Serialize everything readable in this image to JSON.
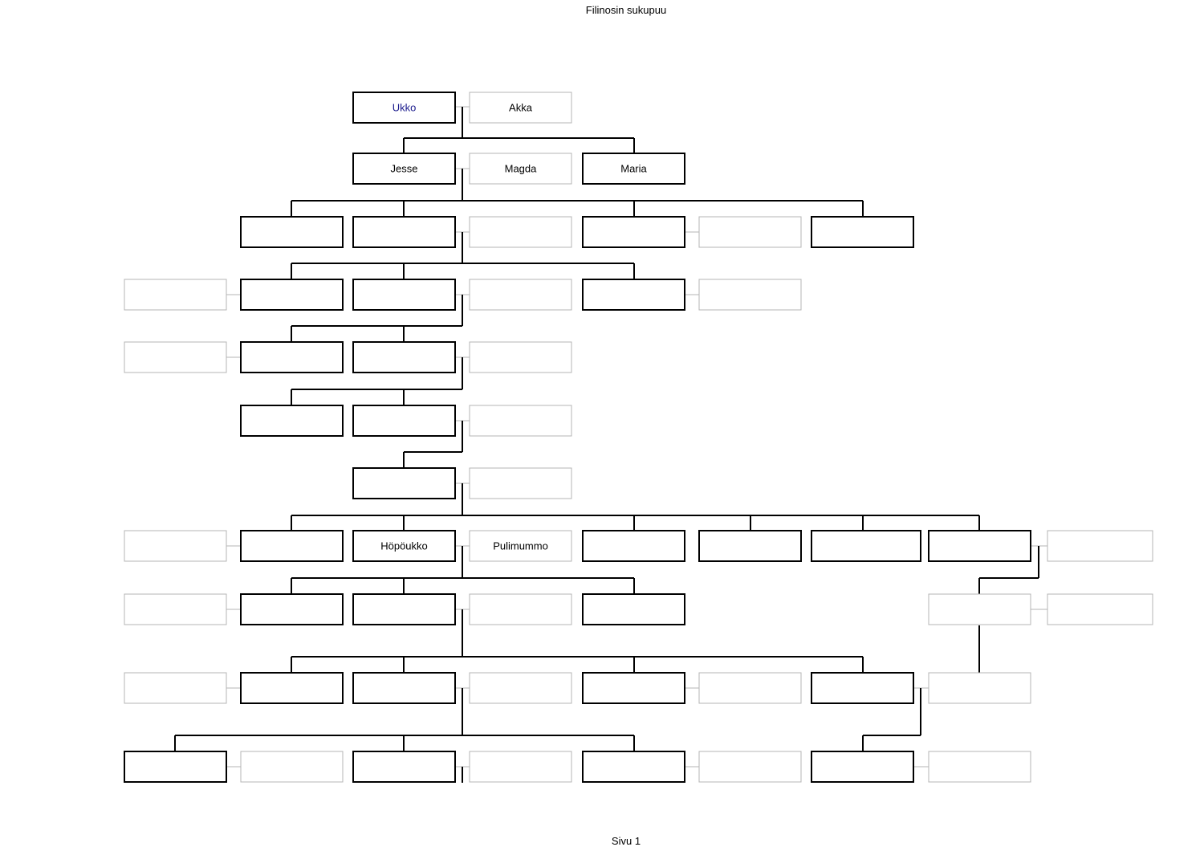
{
  "title": "Filinosin sukupuu",
  "footer": "Sivu 1",
  "colors": {
    "primary_border": "#000000",
    "spouse_border": "#b4b4b4",
    "highlight_text": "#1a1a8c"
  },
  "tree": {
    "nodes": [
      {
        "id": "ukko",
        "label": "Ukko",
        "kind": "primary",
        "highlight": true
      },
      {
        "id": "akka",
        "label": "Akka",
        "kind": "spouse"
      },
      {
        "id": "jesse",
        "label": "Jesse",
        "kind": "primary"
      },
      {
        "id": "magda",
        "label": "Magda",
        "kind": "spouse"
      },
      {
        "id": "maria",
        "label": "Maria",
        "kind": "primary"
      },
      {
        "id": "g3a",
        "label": "",
        "kind": "primary"
      },
      {
        "id": "g3b",
        "label": "",
        "kind": "primary"
      },
      {
        "id": "g3b_s",
        "label": "",
        "kind": "spouse"
      },
      {
        "id": "g3c",
        "label": "",
        "kind": "primary"
      },
      {
        "id": "g3c_s",
        "label": "",
        "kind": "spouse"
      },
      {
        "id": "g3d",
        "label": "",
        "kind": "primary"
      },
      {
        "id": "g4a_s",
        "label": "",
        "kind": "spouse"
      },
      {
        "id": "g4a",
        "label": "",
        "kind": "primary"
      },
      {
        "id": "g4b",
        "label": "",
        "kind": "primary"
      },
      {
        "id": "g4b_s",
        "label": "",
        "kind": "spouse"
      },
      {
        "id": "g4c",
        "label": "",
        "kind": "primary"
      },
      {
        "id": "g4c_s",
        "label": "",
        "kind": "spouse"
      },
      {
        "id": "g5a_s",
        "label": "",
        "kind": "spouse"
      },
      {
        "id": "g5a",
        "label": "",
        "kind": "primary"
      },
      {
        "id": "g5b",
        "label": "",
        "kind": "primary"
      },
      {
        "id": "g5b_s",
        "label": "",
        "kind": "spouse"
      },
      {
        "id": "g6a",
        "label": "",
        "kind": "primary"
      },
      {
        "id": "g6b",
        "label": "",
        "kind": "primary"
      },
      {
        "id": "g6b_s",
        "label": "",
        "kind": "spouse"
      },
      {
        "id": "g7a",
        "label": "",
        "kind": "primary"
      },
      {
        "id": "g7a_s",
        "label": "",
        "kind": "spouse"
      },
      {
        "id": "g8a_s",
        "label": "",
        "kind": "spouse"
      },
      {
        "id": "g8a",
        "label": "",
        "kind": "primary"
      },
      {
        "id": "hopoukko",
        "label": "Höpöukko",
        "kind": "primary"
      },
      {
        "id": "pulimummo",
        "label": "Pulimummo",
        "kind": "spouse"
      },
      {
        "id": "g8c",
        "label": "",
        "kind": "primary"
      },
      {
        "id": "g8d",
        "label": "",
        "kind": "primary"
      },
      {
        "id": "g8e",
        "label": "",
        "kind": "primary"
      },
      {
        "id": "g8f",
        "label": "",
        "kind": "primary"
      },
      {
        "id": "g8f_s",
        "label": "",
        "kind": "spouse"
      },
      {
        "id": "g9a_s",
        "label": "",
        "kind": "spouse"
      },
      {
        "id": "g9a",
        "label": "",
        "kind": "primary"
      },
      {
        "id": "g9b",
        "label": "",
        "kind": "primary"
      },
      {
        "id": "g9b_s",
        "label": "",
        "kind": "spouse"
      },
      {
        "id": "g9c",
        "label": "",
        "kind": "primary"
      },
      {
        "id": "g9d",
        "label": "",
        "kind": "spouse"
      },
      {
        "id": "g9d_s",
        "label": "",
        "kind": "spouse"
      },
      {
        "id": "g10a_s",
        "label": "",
        "kind": "spouse"
      },
      {
        "id": "g10a",
        "label": "",
        "kind": "primary"
      },
      {
        "id": "g10b",
        "label": "",
        "kind": "primary"
      },
      {
        "id": "g10b_s",
        "label": "",
        "kind": "spouse"
      },
      {
        "id": "g10c",
        "label": "",
        "kind": "primary"
      },
      {
        "id": "g10c_s",
        "label": "",
        "kind": "spouse"
      },
      {
        "id": "g10d",
        "label": "",
        "kind": "primary"
      },
      {
        "id": "g10e",
        "label": "",
        "kind": "spouse"
      },
      {
        "id": "g11a",
        "label": "",
        "kind": "primary"
      },
      {
        "id": "g11a_s",
        "label": "",
        "kind": "spouse"
      },
      {
        "id": "g11b",
        "label": "",
        "kind": "primary"
      },
      {
        "id": "g11b_s",
        "label": "",
        "kind": "spouse"
      },
      {
        "id": "g11c",
        "label": "",
        "kind": "primary"
      },
      {
        "id": "g11c_s",
        "label": "",
        "kind": "spouse"
      },
      {
        "id": "g11d",
        "label": "",
        "kind": "primary"
      },
      {
        "id": "g11d_s",
        "label": "",
        "kind": "spouse"
      }
    ]
  }
}
